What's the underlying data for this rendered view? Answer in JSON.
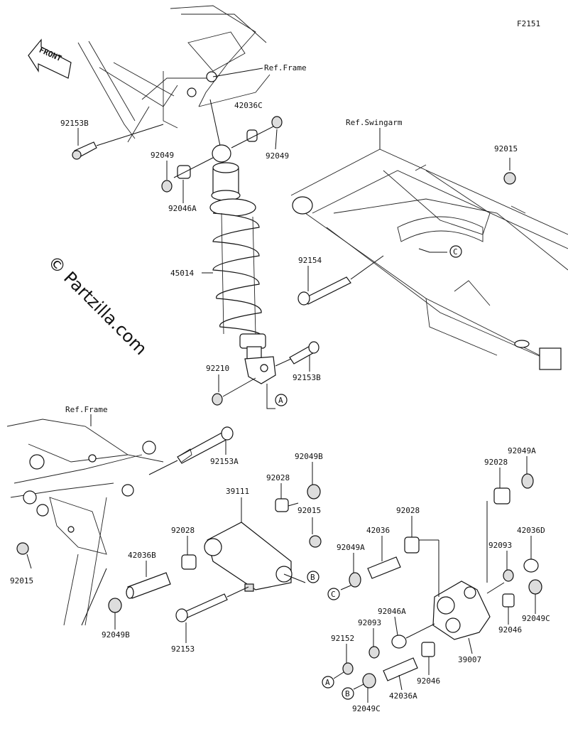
{
  "figure_code": "F2151",
  "watermark": "© Partzilla.com",
  "front_label": "FRONT",
  "refs": {
    "frame_top": "Ref.Frame",
    "swingarm": "Ref.Swingarm",
    "frame_bottom": "Ref.Frame"
  },
  "callouts": {
    "a1": "A",
    "a2": "A",
    "b1": "B",
    "b2": "B",
    "c1": "C",
    "c2": "C"
  },
  "parts": {
    "p92153B_top": "92153B",
    "p42036C": "42036C",
    "p92049_left": "92049",
    "p92049_right": "92049",
    "p92046A_top": "92046A",
    "p45014": "45014",
    "p92210": "92210",
    "p92153B_mid": "92153B",
    "p92015_top": "92015",
    "p92154": "92154",
    "p92153A": "92153A",
    "p92015_left": "92015",
    "p92049B_top": "92049B",
    "p92028_a": "92028",
    "p39111": "39111",
    "p92015_mid": "92015",
    "p92028_b": "92028",
    "p42036B": "42036B",
    "p92049B_bot": "92049B",
    "p92153": "92153",
    "p92049A_top": "92049A",
    "p92028_c": "92028",
    "p92028_d": "92028",
    "p42036": "42036",
    "p92049A_mid": "92049A",
    "p42036D": "42036D",
    "p92093_a": "92093",
    "p92049C_right": "92049C",
    "p92046A_bot": "92046A",
    "p92093_b": "92093",
    "p92046_right": "92046",
    "p39007": "39007",
    "p92152": "92152",
    "p92046_bot": "92046",
    "p42036A": "42036A",
    "p92049C_bot": "92049C"
  }
}
